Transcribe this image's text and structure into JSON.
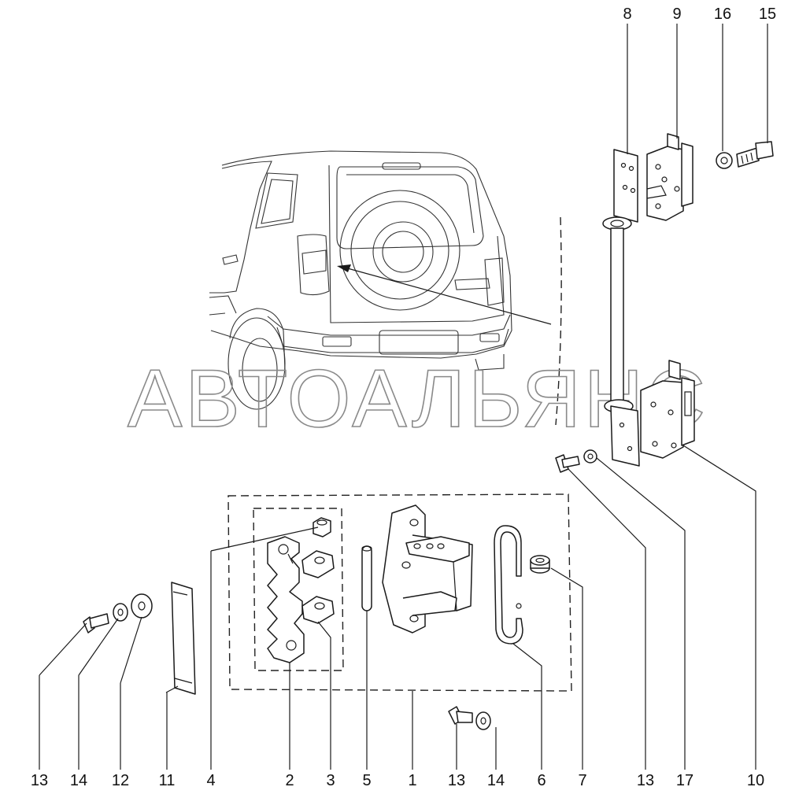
{
  "watermark": "АВТОАЛЬЯНС",
  "callouts": {
    "top": [
      "8",
      "9",
      "16",
      "15"
    ],
    "bottom": [
      "13",
      "14",
      "12",
      "11",
      "4",
      "2",
      "3",
      "5",
      "1",
      "13",
      "14",
      "6",
      "7",
      "13",
      "17",
      "10"
    ]
  },
  "parts": [
    {
      "name": "part-1-hinge-bracket"
    },
    {
      "name": "part-2-hinge-plate"
    },
    {
      "name": "part-3-hinge-lug"
    },
    {
      "name": "part-4-nut"
    },
    {
      "name": "part-5-pin"
    },
    {
      "name": "part-6-spring"
    },
    {
      "name": "part-7-bushing"
    },
    {
      "name": "part-8-upper-hinge-leaf"
    },
    {
      "name": "part-9-upper-hinge-body"
    },
    {
      "name": "part-10-lower-hinge-body"
    },
    {
      "name": "part-11-shim-plate"
    },
    {
      "name": "part-12-washer-large"
    },
    {
      "name": "part-13-bolt"
    },
    {
      "name": "part-14-washer"
    },
    {
      "name": "part-15-bolt"
    },
    {
      "name": "part-16-lock-washer"
    },
    {
      "name": "part-17-washer"
    }
  ],
  "colors": {
    "line": "#1a1a1a",
    "watermark": "#8a8a8a",
    "background": "#ffffff"
  }
}
